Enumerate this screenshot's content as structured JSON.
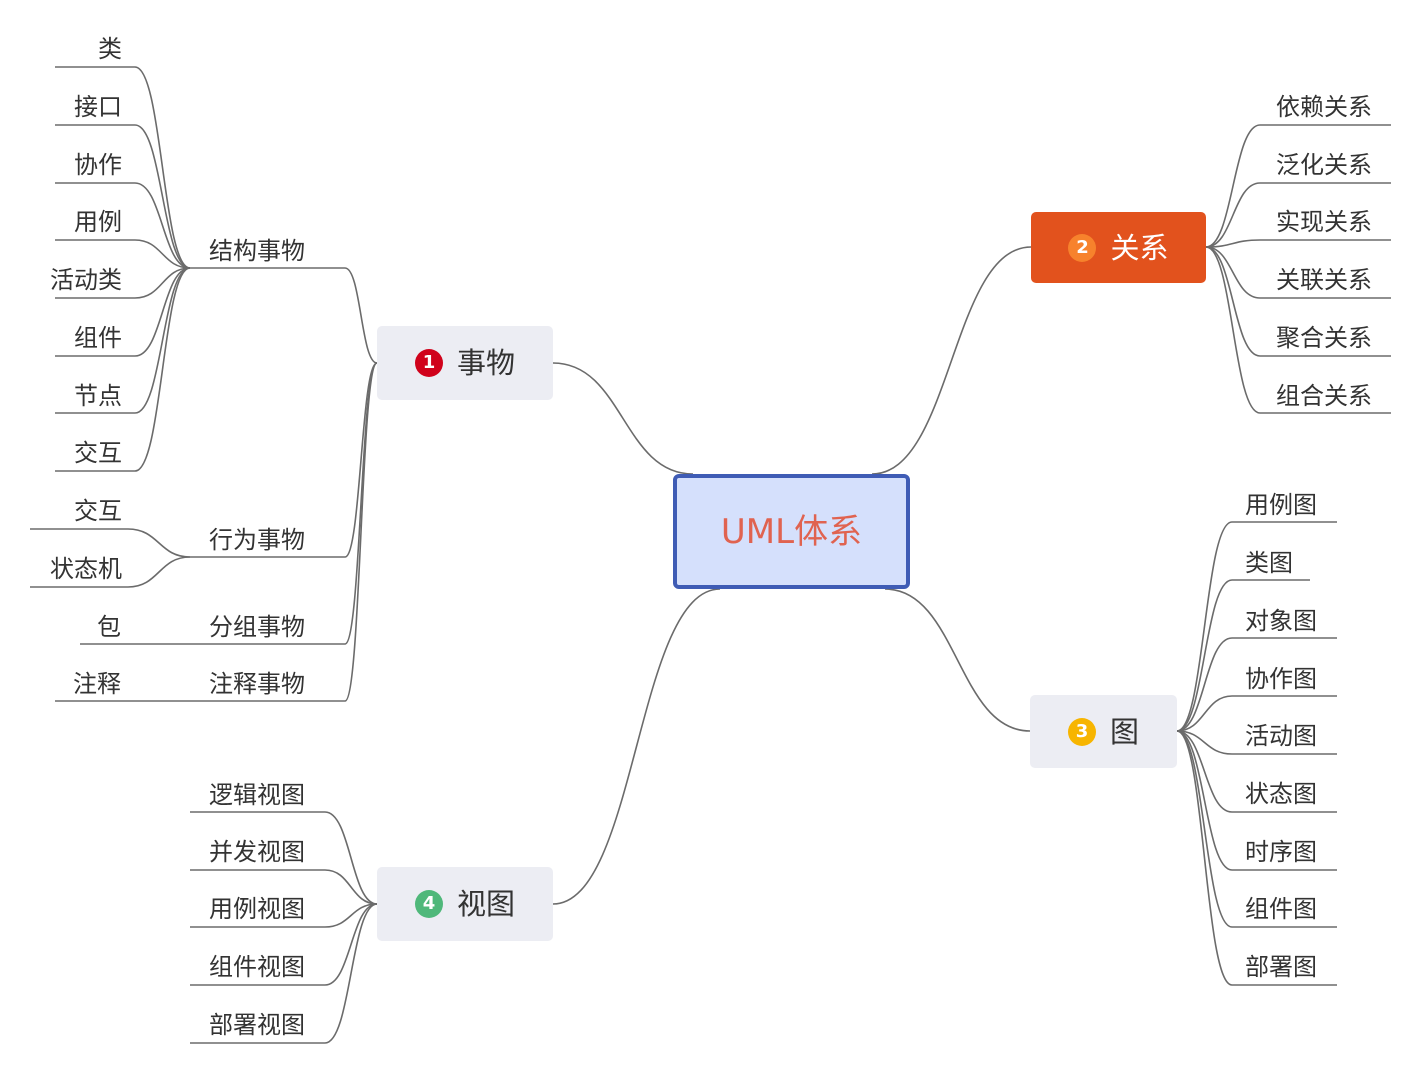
{
  "center": {
    "label": "UML体系"
  },
  "branches": {
    "things": {
      "label": "事物",
      "badge": "1",
      "badge_color": "#d0021b",
      "groups": {
        "structural": {
          "label": "结构事物",
          "leaves": [
            "类",
            "接口",
            "协作",
            "用例",
            "活动类",
            "组件",
            "节点",
            "交互"
          ]
        },
        "behavioral": {
          "label": "行为事物",
          "leaves": [
            "交互",
            "状态机"
          ]
        },
        "grouping": {
          "label": "分组事物",
          "leaves": [
            "包"
          ]
        },
        "annotational": {
          "label": "注释事物",
          "leaves": [
            "注释"
          ]
        }
      }
    },
    "relations": {
      "label": "关系",
      "badge": "2",
      "badge_color": "#f7822c",
      "fill_color": "#e2521d",
      "leaves": [
        "依赖关系",
        "泛化关系",
        "实现关系",
        "关联关系",
        "聚合关系",
        "组合关系"
      ]
    },
    "diagrams": {
      "label": "图",
      "badge": "3",
      "badge_color": "#f7b500",
      "leaves": [
        "用例图",
        "类图",
        "对象图",
        "协作图",
        "活动图",
        "状态图",
        "时序图",
        "组件图",
        "部署图"
      ]
    },
    "views": {
      "label": "视图",
      "badge": "4",
      "badge_color": "#4fb87a",
      "leaves": [
        "逻辑视图",
        "并发视图",
        "用例视图",
        "组件视图",
        "部署视图"
      ]
    }
  },
  "colors": {
    "line": "#6b6b6b",
    "center_fill": "#d5e0fc",
    "center_border": "#3f5cb5",
    "center_text": "#e06350",
    "node_fill": "#ecedf3"
  }
}
